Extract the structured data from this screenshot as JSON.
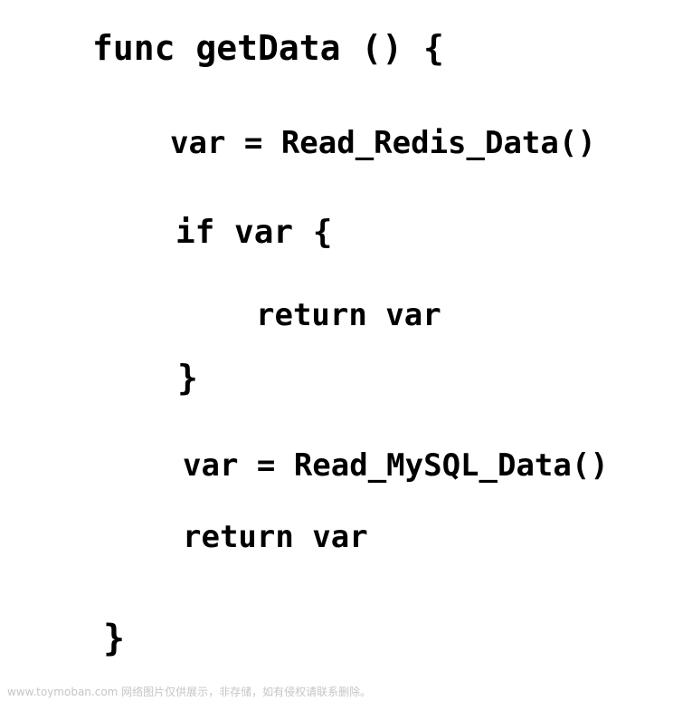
{
  "code": {
    "lines": [
      "func getData () {",
      "var = Read_Redis_Data()",
      "if var {",
      "return var",
      "}",
      "var = Read_MySQL_Data()",
      "return var",
      "}"
    ]
  },
  "watermark": {
    "text": "www.toymoban.com 网络图片仅供展示，非存储，如有侵权请联系删除。",
    "color": "#c6c6c6"
  }
}
